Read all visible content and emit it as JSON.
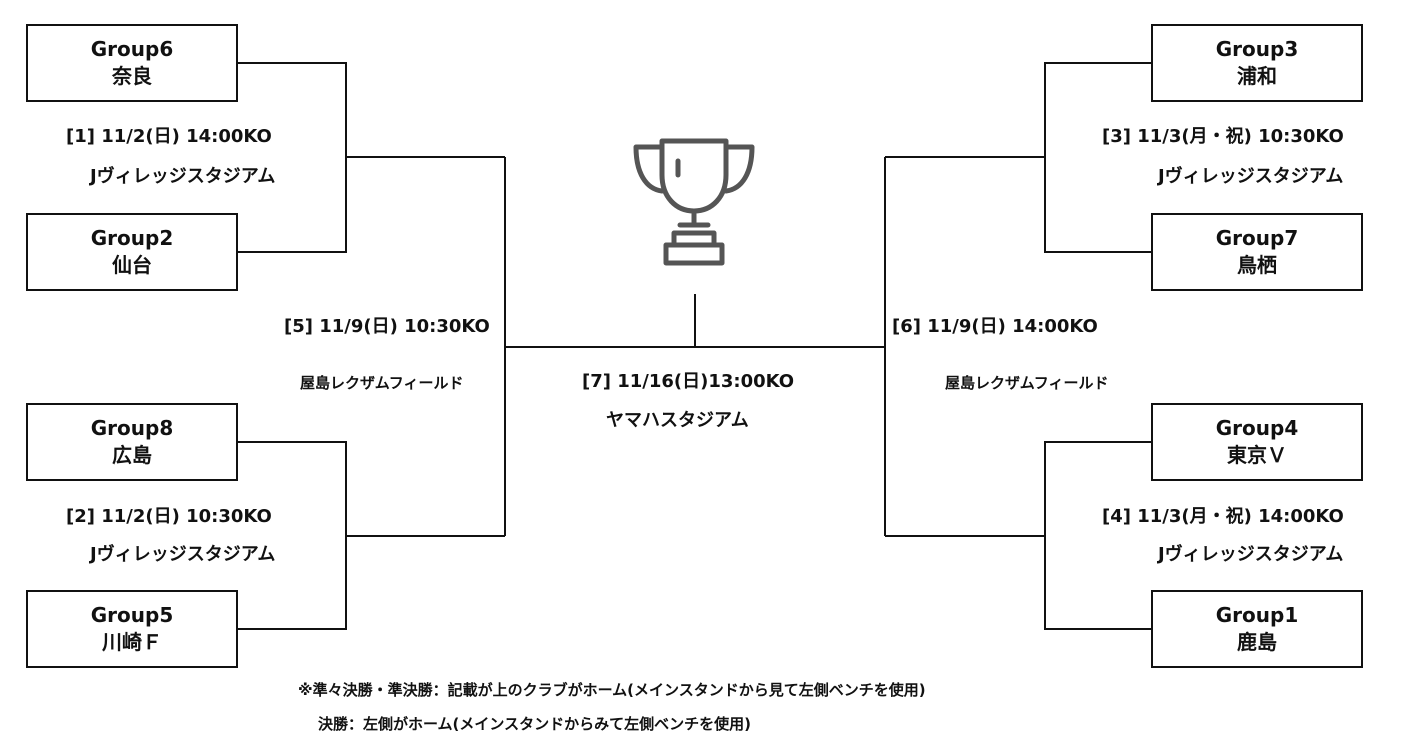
{
  "teams": {
    "l1": {
      "group": "Group6",
      "club": "奈良"
    },
    "l2": {
      "group": "Group2",
      "club": "仙台"
    },
    "l3": {
      "group": "Group8",
      "club": "広島"
    },
    "l4": {
      "group": "Group5",
      "club": "川崎Ｆ"
    },
    "r1": {
      "group": "Group3",
      "club": "浦和"
    },
    "r2": {
      "group": "Group7",
      "club": "鳥栖"
    },
    "r3": {
      "group": "Group4",
      "club": "東京Ｖ"
    },
    "r4": {
      "group": "Group1",
      "club": "鹿島"
    }
  },
  "matches": {
    "m1": {
      "label": "[1] 11/2(日) 14:00KO",
      "venue": "Jヴィレッジスタジアム"
    },
    "m2": {
      "label": "[2] 11/2(日) 10:30KO",
      "venue": "Jヴィレッジスタジアム"
    },
    "m3": {
      "label": "[3] 11/3(月・祝) 10:30KO",
      "venue": "Jヴィレッジスタジアム"
    },
    "m4": {
      "label": "[4] 11/3(月・祝) 14:00KO",
      "venue": "Jヴィレッジスタジアム"
    },
    "m5": {
      "label": "[5] 11/9(日) 10:30KO",
      "venue": "屋島レクザムフィールド"
    },
    "m6": {
      "label": "[6] 11/9(日) 14:00KO",
      "venue": "屋島レクザムフィールド"
    },
    "m7": {
      "label": "[7] 11/16(日)13:00KO",
      "venue": "ヤマハスタジアム"
    }
  },
  "notes": {
    "line1": "※準々決勝・準決勝：記載が上のクラブがホーム(メインスタンドから見て左側ベンチを使用)",
    "line2": "決勝：左側がホーム(メインスタンドからみて左側ベンチを使用)"
  },
  "icons": {
    "trophy": "trophy-icon"
  },
  "colors": {
    "line": "#111111",
    "trophy": "#555555"
  }
}
